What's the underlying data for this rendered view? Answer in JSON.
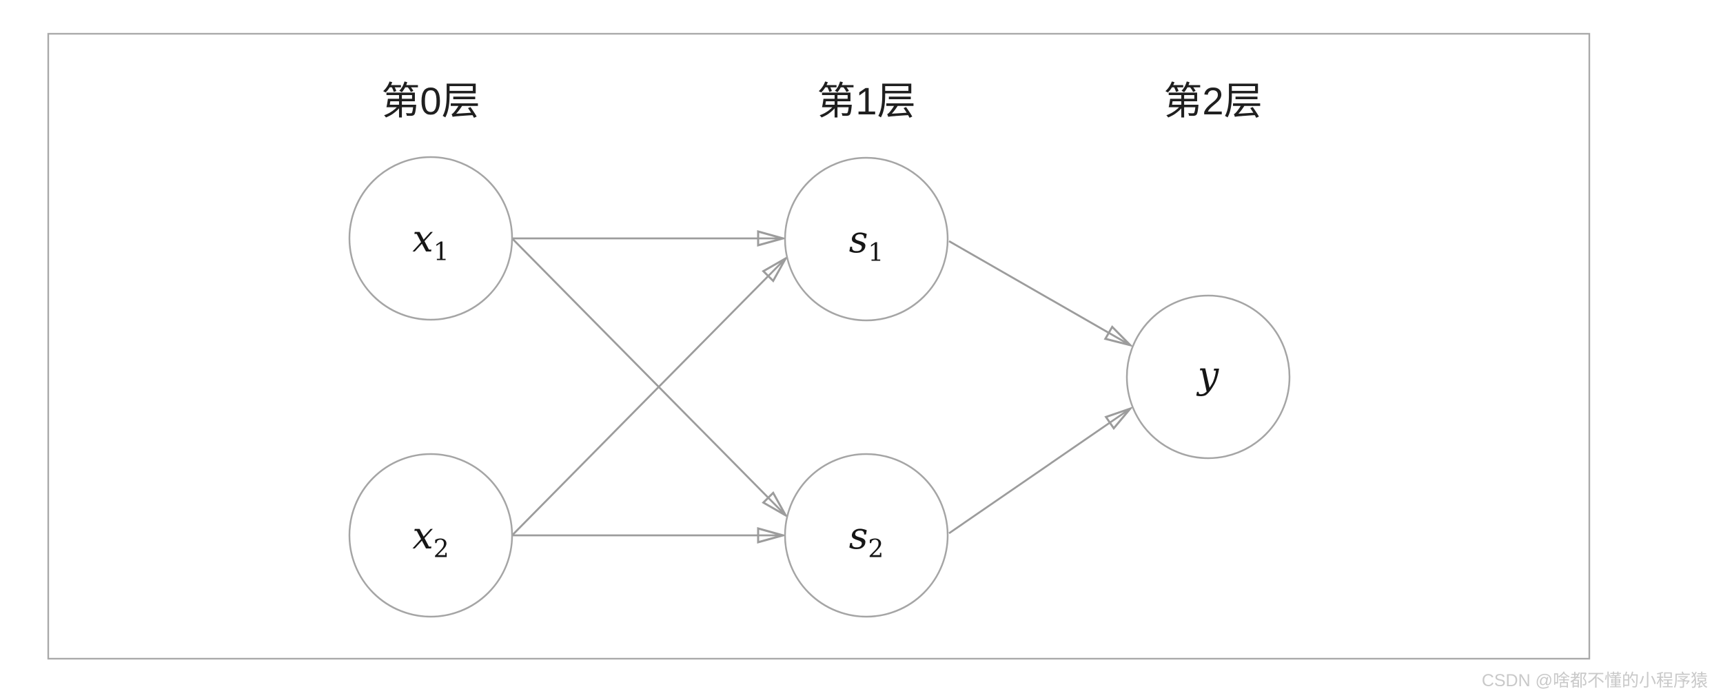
{
  "diagram": {
    "layer_titles": [
      {
        "text": "第0层"
      },
      {
        "text": "第1层"
      },
      {
        "text": "第2层"
      }
    ],
    "nodes": [
      {
        "id": "x1",
        "base": "x",
        "sub": "1"
      },
      {
        "id": "x2",
        "base": "x",
        "sub": "2"
      },
      {
        "id": "s1",
        "base": "s",
        "sub": "1"
      },
      {
        "id": "s2",
        "base": "s",
        "sub": "2"
      },
      {
        "id": "y",
        "base": "y",
        "sub": ""
      }
    ],
    "edges": [
      {
        "from": "x1",
        "to": "s1"
      },
      {
        "from": "x1",
        "to": "s2"
      },
      {
        "from": "x2",
        "to": "s1"
      },
      {
        "from": "x2",
        "to": "s2"
      },
      {
        "from": "s1",
        "to": "y"
      },
      {
        "from": "s2",
        "to": "y"
      }
    ]
  },
  "colors": {
    "edge_stroke": "#9c9c9c",
    "circle_stroke": "#a5a5a5",
    "border_stroke": "#a9a9a9",
    "label_text": "#161616",
    "title_text": "#1f1f1f",
    "watermark_text": "#c9c9c9",
    "background": "#ffffff"
  },
  "watermark": {
    "text": "CSDN @啥都不懂的小程序猿"
  }
}
